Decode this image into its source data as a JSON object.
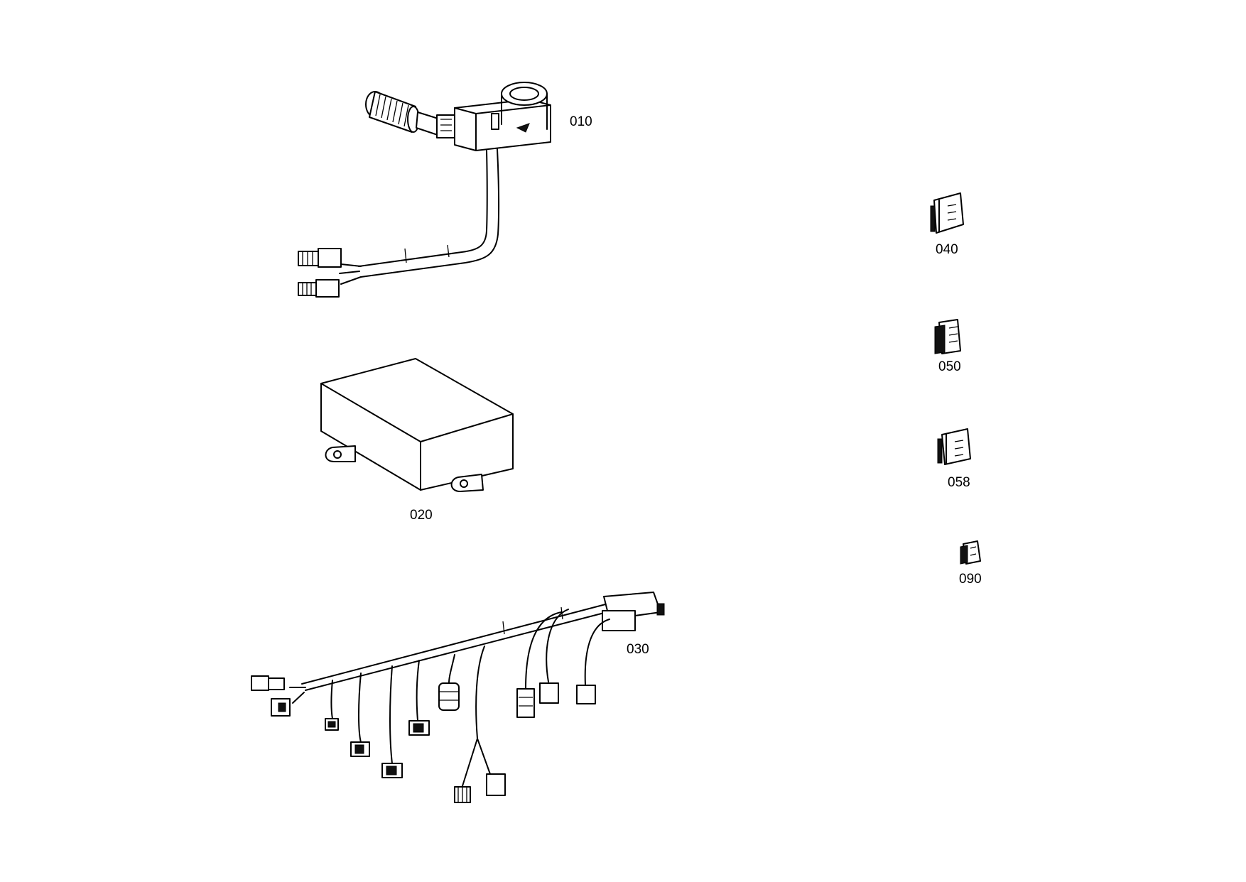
{
  "diagram": {
    "parts": [
      {
        "id": "p010",
        "number": "010"
      },
      {
        "id": "p020",
        "number": "020"
      },
      {
        "id": "p030",
        "number": "030"
      },
      {
        "id": "p040",
        "number": "040"
      },
      {
        "id": "p050",
        "number": "050"
      },
      {
        "id": "p058",
        "number": "058"
      },
      {
        "id": "p090",
        "number": "090"
      }
    ]
  }
}
